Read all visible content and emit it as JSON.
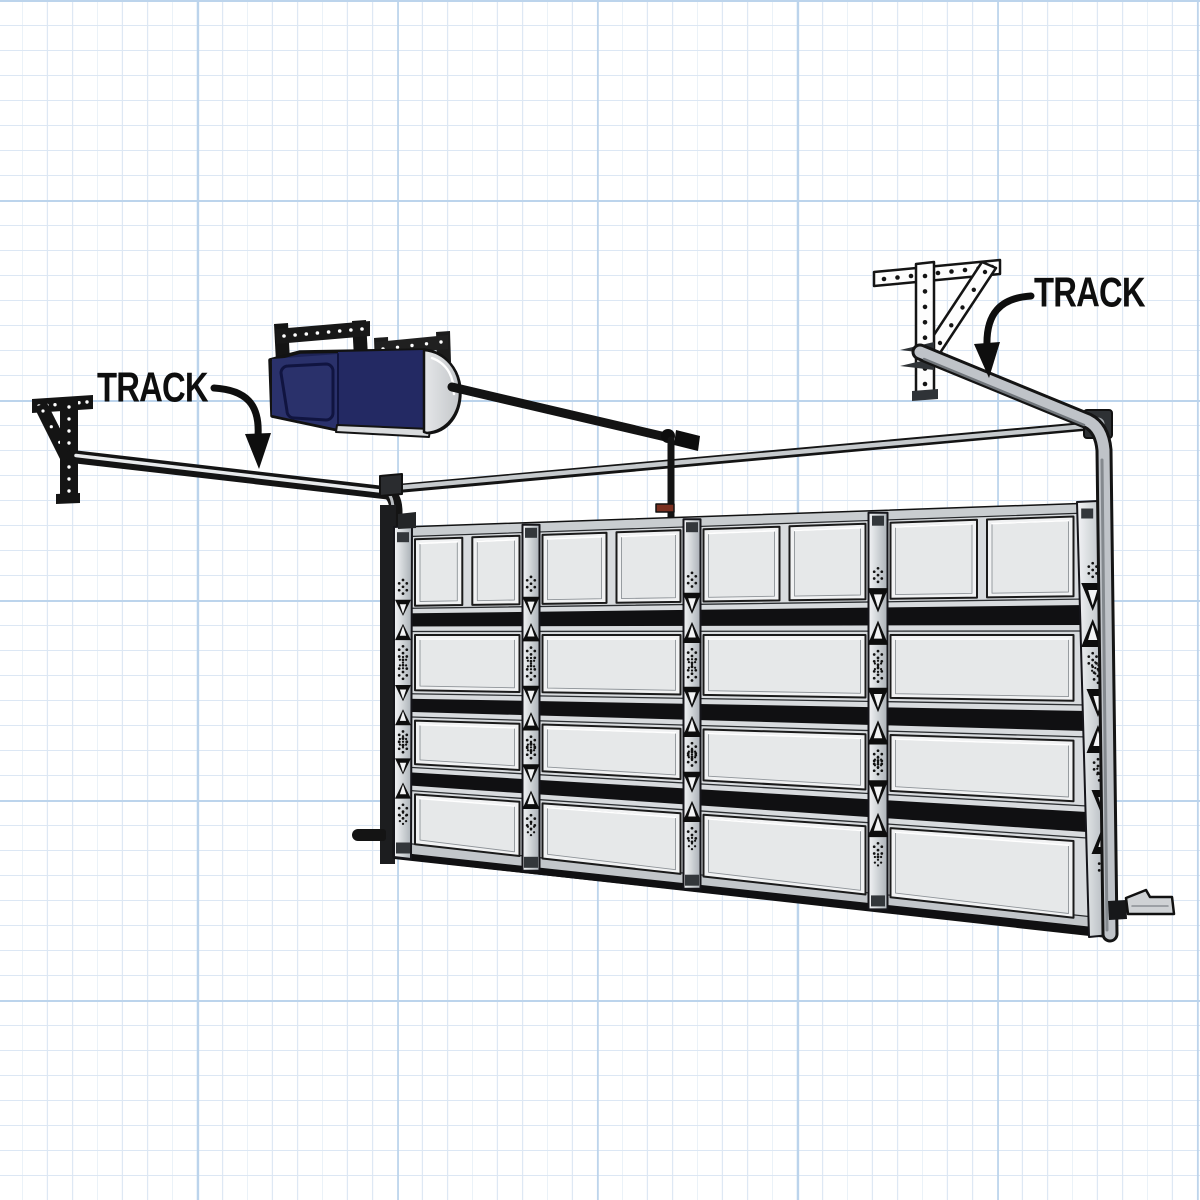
{
  "title": "Garage door opener and track installation diagram",
  "labels": {
    "left_track": "TRACK",
    "right_track": "TRACK"
  },
  "colors": {
    "grid_minor": "#dce7f4",
    "grid_major": "#bcd4ec",
    "outline": "#141414",
    "joint_black": "#101012",
    "door_base": "#d8dbde",
    "panel_outer": "#f1f2f3",
    "panel_inner": "#e6e8e9",
    "rail_gray": "#c9cdd0",
    "stile_light": "#f3f4f6",
    "stile_dark": "#aab0b6",
    "track_gray": "#bfc3c8",
    "opener_navy_front": "#2a316b",
    "opener_navy_main": "#232963",
    "opener_navy_dark": "#1d2356",
    "opener_lens": "#d9dbdd",
    "cap_gray": "#d6d8da",
    "arm_red": "#7a2f1f",
    "hardware_gray": "#cfd2d5"
  },
  "parts": [
    "left-ceiling-bracket",
    "left-horizontal-track",
    "garage-door-opener",
    "opener-rail",
    "torsion-tube",
    "sectional-garage-door",
    "right-ceiling-bracket",
    "right-horizontal-track",
    "door-arm",
    "bottom-bracket-left",
    "bottom-bracket-right"
  ]
}
